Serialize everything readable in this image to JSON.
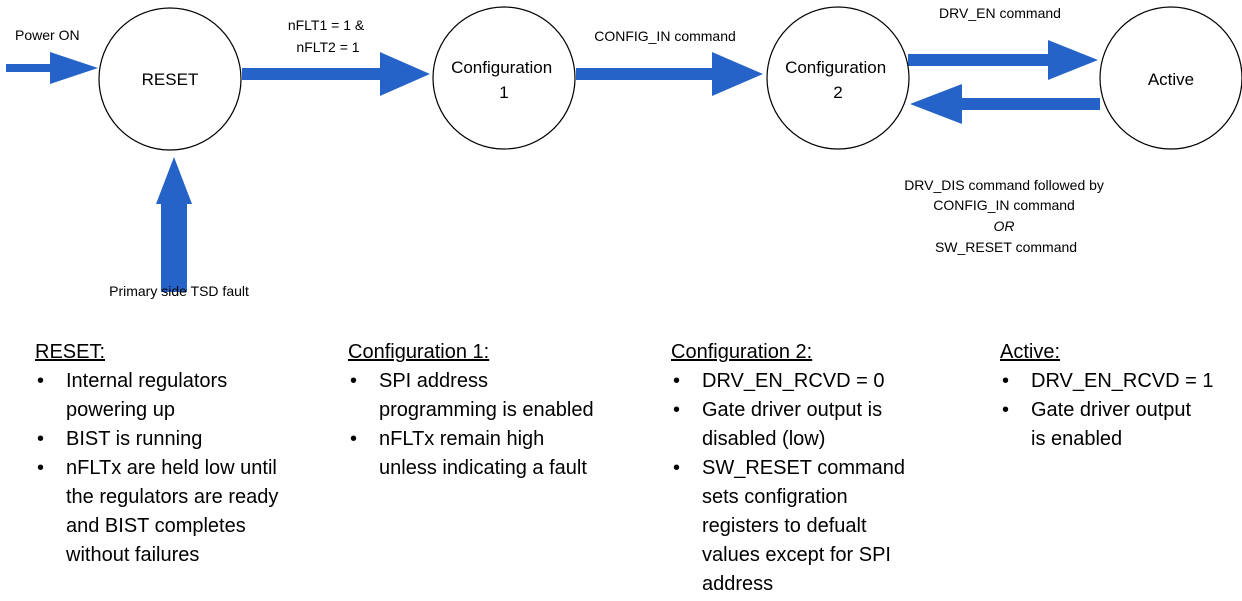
{
  "diagram": {
    "nodes": [
      {
        "id": "reset",
        "lines": [
          "RESET"
        ]
      },
      {
        "id": "config1",
        "lines": [
          "Configuration",
          "1"
        ]
      },
      {
        "id": "config2",
        "lines": [
          "Configuration",
          "2"
        ]
      },
      {
        "id": "active",
        "lines": [
          "Active"
        ]
      }
    ],
    "edges": [
      {
        "id": "power-on",
        "from": "",
        "to": "reset",
        "label_lines": [
          "Power ON"
        ]
      },
      {
        "id": "tsd-fault",
        "from": "",
        "to": "reset",
        "label_lines": [
          "Primary side TSD fault"
        ]
      },
      {
        "id": "reset-to-config1",
        "from": "reset",
        "to": "config1",
        "label_lines": [
          "nFLT1 = 1 &",
          "nFLT2 = 1"
        ]
      },
      {
        "id": "config1-to-config2",
        "from": "config1",
        "to": "config2",
        "label_lines": [
          "CONFIG_IN command"
        ]
      },
      {
        "id": "config2-to-active",
        "from": "config2",
        "to": "active",
        "label_lines": [
          "DRV_EN command"
        ]
      },
      {
        "id": "active-to-config2",
        "from": "active",
        "to": "config2",
        "label_lines": [
          "DRV_DIS command followed by",
          "CONFIG_IN command",
          "OR",
          "SW_RESET command"
        ]
      }
    ]
  },
  "colors": {
    "arrow": "#2563C8",
    "circle_stroke": "#000000",
    "text": "#000000"
  },
  "descriptions": [
    {
      "title": "RESET:",
      "items": [
        [
          "Internal regulators",
          "powering up"
        ],
        [
          "BIST is running"
        ],
        [
          "nFLTx are held low until",
          "the regulators are ready",
          "and BIST completes",
          "without failures"
        ]
      ]
    },
    {
      "title": "Configuration 1:",
      "items": [
        [
          "SPI address",
          "programming is enabled"
        ],
        [
          "nFLTx remain high",
          "unless indicating a fault"
        ]
      ]
    },
    {
      "title": "Configuration 2:",
      "items": [
        [
          "DRV_EN_RCVD = 0"
        ],
        [
          "Gate driver output is",
          "disabled (low)"
        ],
        [
          "SW_RESET command",
          "sets configration",
          "registers to defualt",
          "values except for SPI",
          "address"
        ]
      ]
    },
    {
      "title": "Active:",
      "items": [
        [
          "DRV_EN_RCVD = 1"
        ],
        [
          "Gate driver output",
          "is enabled"
        ]
      ]
    }
  ]
}
